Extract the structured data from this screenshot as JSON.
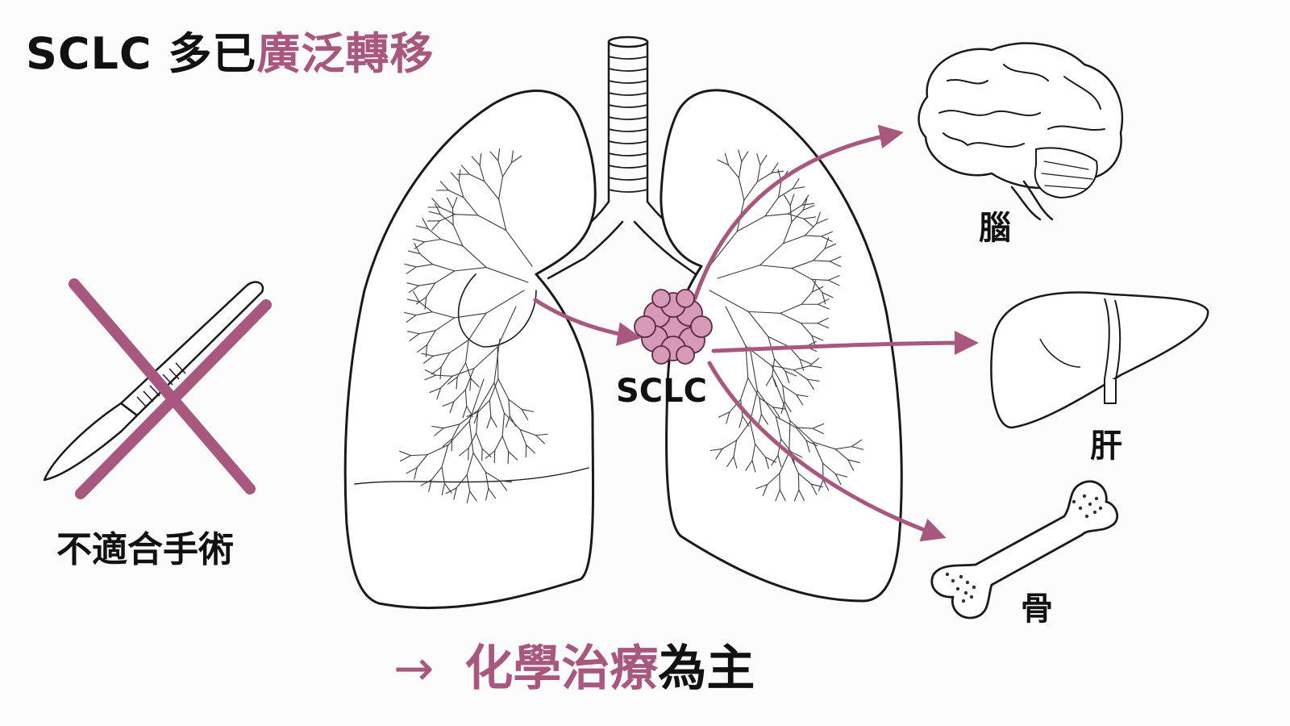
{
  "title": {
    "prefix": "SCLC 多已",
    "highlight": "廣泛轉移"
  },
  "tumor_label": "SCLC",
  "organs": {
    "brain": "腦",
    "liver": "肝",
    "bone": "骨"
  },
  "surgery": {
    "label": "不適合手術"
  },
  "footer": {
    "arrow": "→",
    "highlight": "化學治療",
    "suffix": "為主"
  },
  "colors": {
    "accent": "#a8577e",
    "ink": "#1a1a1a",
    "tumor": "#d69ab8"
  },
  "icons": [
    "lungs-illustration",
    "tumor-cluster-icon",
    "brain-icon",
    "liver-icon",
    "bone-icon",
    "scalpel-icon",
    "cross-out-icon"
  ]
}
